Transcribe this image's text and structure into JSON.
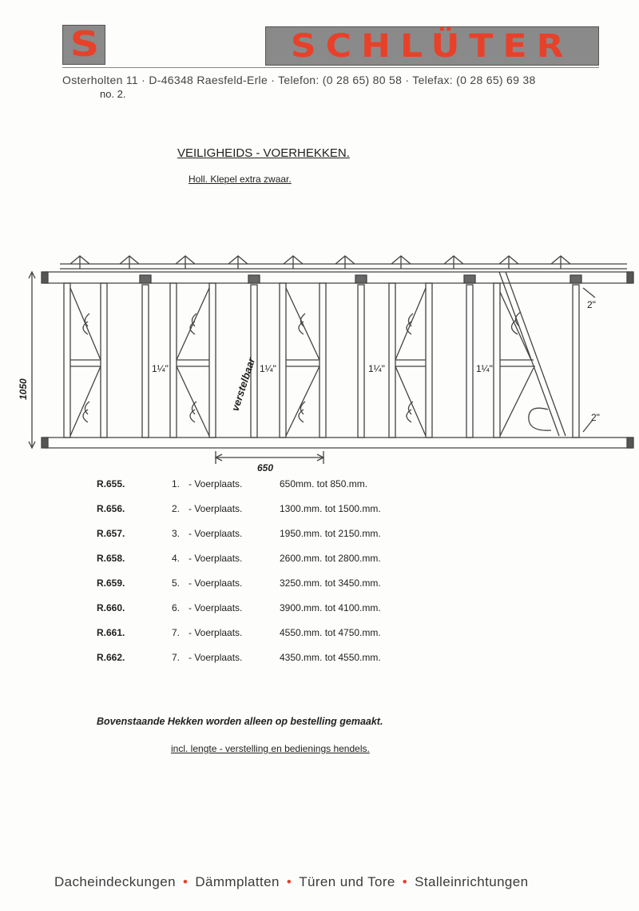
{
  "header": {
    "logo_mark": "S",
    "logo_word": "SCHLÜTER",
    "address": "Osterholten 11  ·  D-46348 Raesfeld-Erle  ·  Telefon: (0 28 65) 80 58  ·  Telefax: (0 28 65) 69 38",
    "doc_number": "no. 2.",
    "brand_color": "#e8412a",
    "logo_bg": "#8a8a8a"
  },
  "title": "VEILIGHEIDS - VOERHEKKEN.",
  "subtitle": "Holl.  Klepel  extra  zwaar.",
  "drawing": {
    "height_label": "1050",
    "width_label": "650",
    "pipe_label_small": "1¼\"",
    "pipe_label_large": "2\"",
    "pipe_label_bottom": "2\"",
    "adjustable_label": "verstelbaar"
  },
  "products": [
    {
      "code": "R.655.",
      "num": "1.",
      "plate": "-  Voerplaats.",
      "range": "650mm.  tot  850.mm."
    },
    {
      "code": "R.656.",
      "num": "2.",
      "plate": "-  Voerplaats.",
      "range": "1300.mm.  tot  1500.mm."
    },
    {
      "code": "R.657.",
      "num": "3.",
      "plate": "-  Voerplaats.",
      "range": "1950.mm.  tot  2150.mm."
    },
    {
      "code": "R.658.",
      "num": "4.",
      "plate": "-  Voerplaats.",
      "range": "2600.mm.  tot  2800.mm."
    },
    {
      "code": "R.659.",
      "num": "5.",
      "plate": "-  Voerplaats.",
      "range": "3250.mm.  tot  3450.mm."
    },
    {
      "code": "R.660.",
      "num": "6.",
      "plate": "-  Voerplaats.",
      "range": "3900.mm.  tot  4100.mm."
    },
    {
      "code": "R.661.",
      "num": "7.",
      "plate": "-  Voerplaats.",
      "range": "4550.mm.  tot  4750.mm."
    },
    {
      "code": "R.662.",
      "num": "7.",
      "plate": "-  Voerplaats.",
      "range": "4350.mm.  tot  4550.mm."
    }
  ],
  "note_bold": "Bovenstaande  Hekken  worden  alleen  op  bestelling  gemaakt.",
  "note_sub": "incl.  lengte - verstelling  en  bedienings  hendels.",
  "footer": {
    "items": [
      "Dacheindeckungen",
      "Dämmplatten",
      "Türen und Tore",
      "Stalleinrichtungen"
    ]
  }
}
